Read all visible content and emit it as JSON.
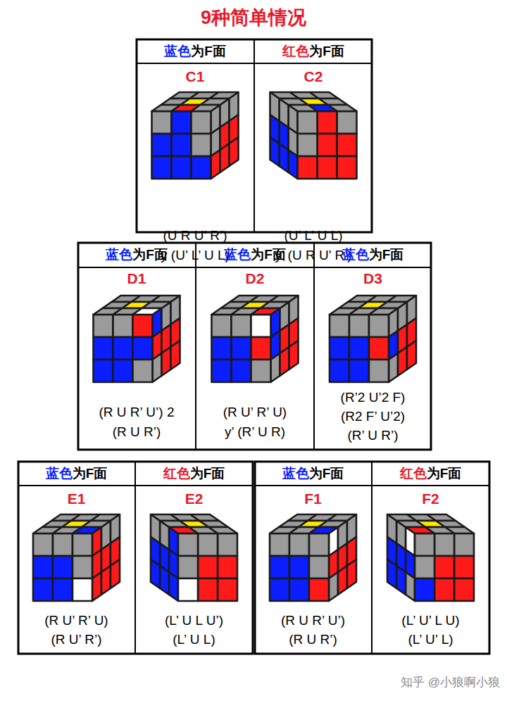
{
  "diagram": {
    "title": "9种简单情况",
    "nodes": [
      {
        "text": [
          "蓝色",
          "为F面",
          "C1",
          "(U R U’ R’)",
          "y (U’ L’ U L)"
        ]
      },
      {
        "text": [
          "红色",
          "为F面",
          "C2",
          "(U’ L’ U L)",
          "y’ (U R U’ R’)"
        ]
      },
      {
        "text": [
          "蓝色",
          "为F面",
          "D1",
          "(R U R’ U’) 2",
          "(R U R’)"
        ]
      },
      {
        "text": [
          "蓝色",
          "为F面",
          "D2",
          "(R U’ R’ U)",
          "y’ (R’ U R)"
        ]
      },
      {
        "text": [
          "蓝色",
          "为F面",
          "D3",
          "(R’2 U’2 F)",
          "(R2 F’ U’2)",
          "(R’ U R’)"
        ]
      },
      {
        "text": [
          "蓝色",
          "为F面",
          "E1",
          "(R U’ R’ U)",
          "(R U’ R’)"
        ]
      },
      {
        "text": [
          "红色",
          "为F面",
          "E2",
          "(L’ U L U’)",
          "(L’ U L)"
        ]
      },
      {
        "text": [
          "蓝色",
          "为F面",
          "F1",
          "(R U R’ U’)",
          "(R U R’)"
        ]
      },
      {
        "text": [
          "红色",
          "为F面",
          "F2",
          "(L’ U’ L U)",
          "(L’ U’ L)"
        ]
      }
    ],
    "labels": [
      "知乎 @小狼啊小狼"
    ]
  }
}
